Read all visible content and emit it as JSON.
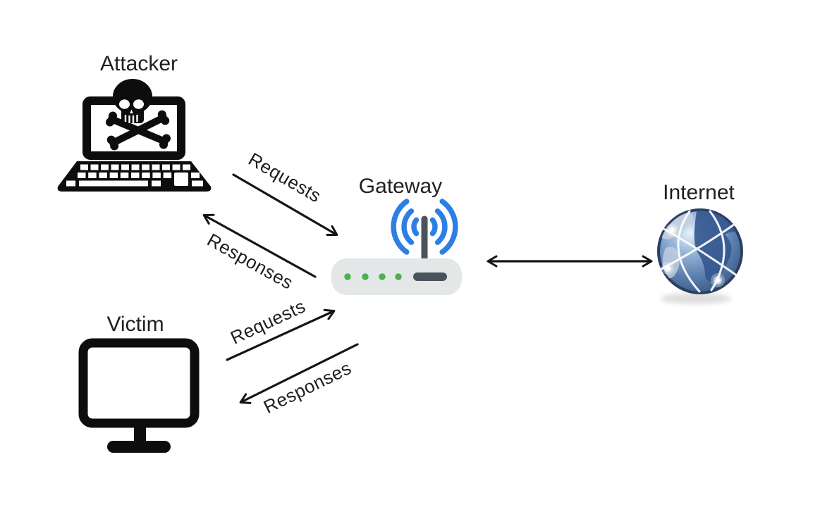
{
  "nodes": {
    "attacker": {
      "label": "Attacker",
      "icon": "laptop-skull-crossbones-icon"
    },
    "gateway": {
      "label": "Gateway",
      "icon": "wifi-router-icon"
    },
    "internet": {
      "label": "Internet",
      "icon": "network-globe-icon"
    },
    "victim": {
      "label": "Victim",
      "icon": "desktop-monitor-icon"
    }
  },
  "edges": {
    "attacker_requests": {
      "from": "attacker",
      "to": "gateway",
      "label": "Requests"
    },
    "attacker_responses": {
      "from": "gateway",
      "to": "attacker",
      "label": "Responses"
    },
    "victim_requests": {
      "from": "victim",
      "to": "gateway",
      "label": "Requests"
    },
    "victim_responses": {
      "from": "gateway",
      "to": "victim",
      "label": "Responses"
    },
    "gateway_internet": {
      "from": "gateway",
      "to": "internet",
      "label": "",
      "bidirectional": true
    }
  },
  "router": {
    "led_count": 4
  },
  "colors": {
    "background": "#ffffff",
    "label_text": "#1f1f1f",
    "icon_black": "#0d0d0d",
    "arrow_black": "#141414",
    "wifi_blue": "#2d7fe3",
    "led_green": "#4caf50",
    "router_body": "#e3e7e8",
    "router_dark": "#49535b",
    "globe_ring": "#2c3e63",
    "globe_land": "#c3d0e0",
    "globe_land_dark": "#33568e",
    "shadow_gray": "#d8d8d8"
  }
}
